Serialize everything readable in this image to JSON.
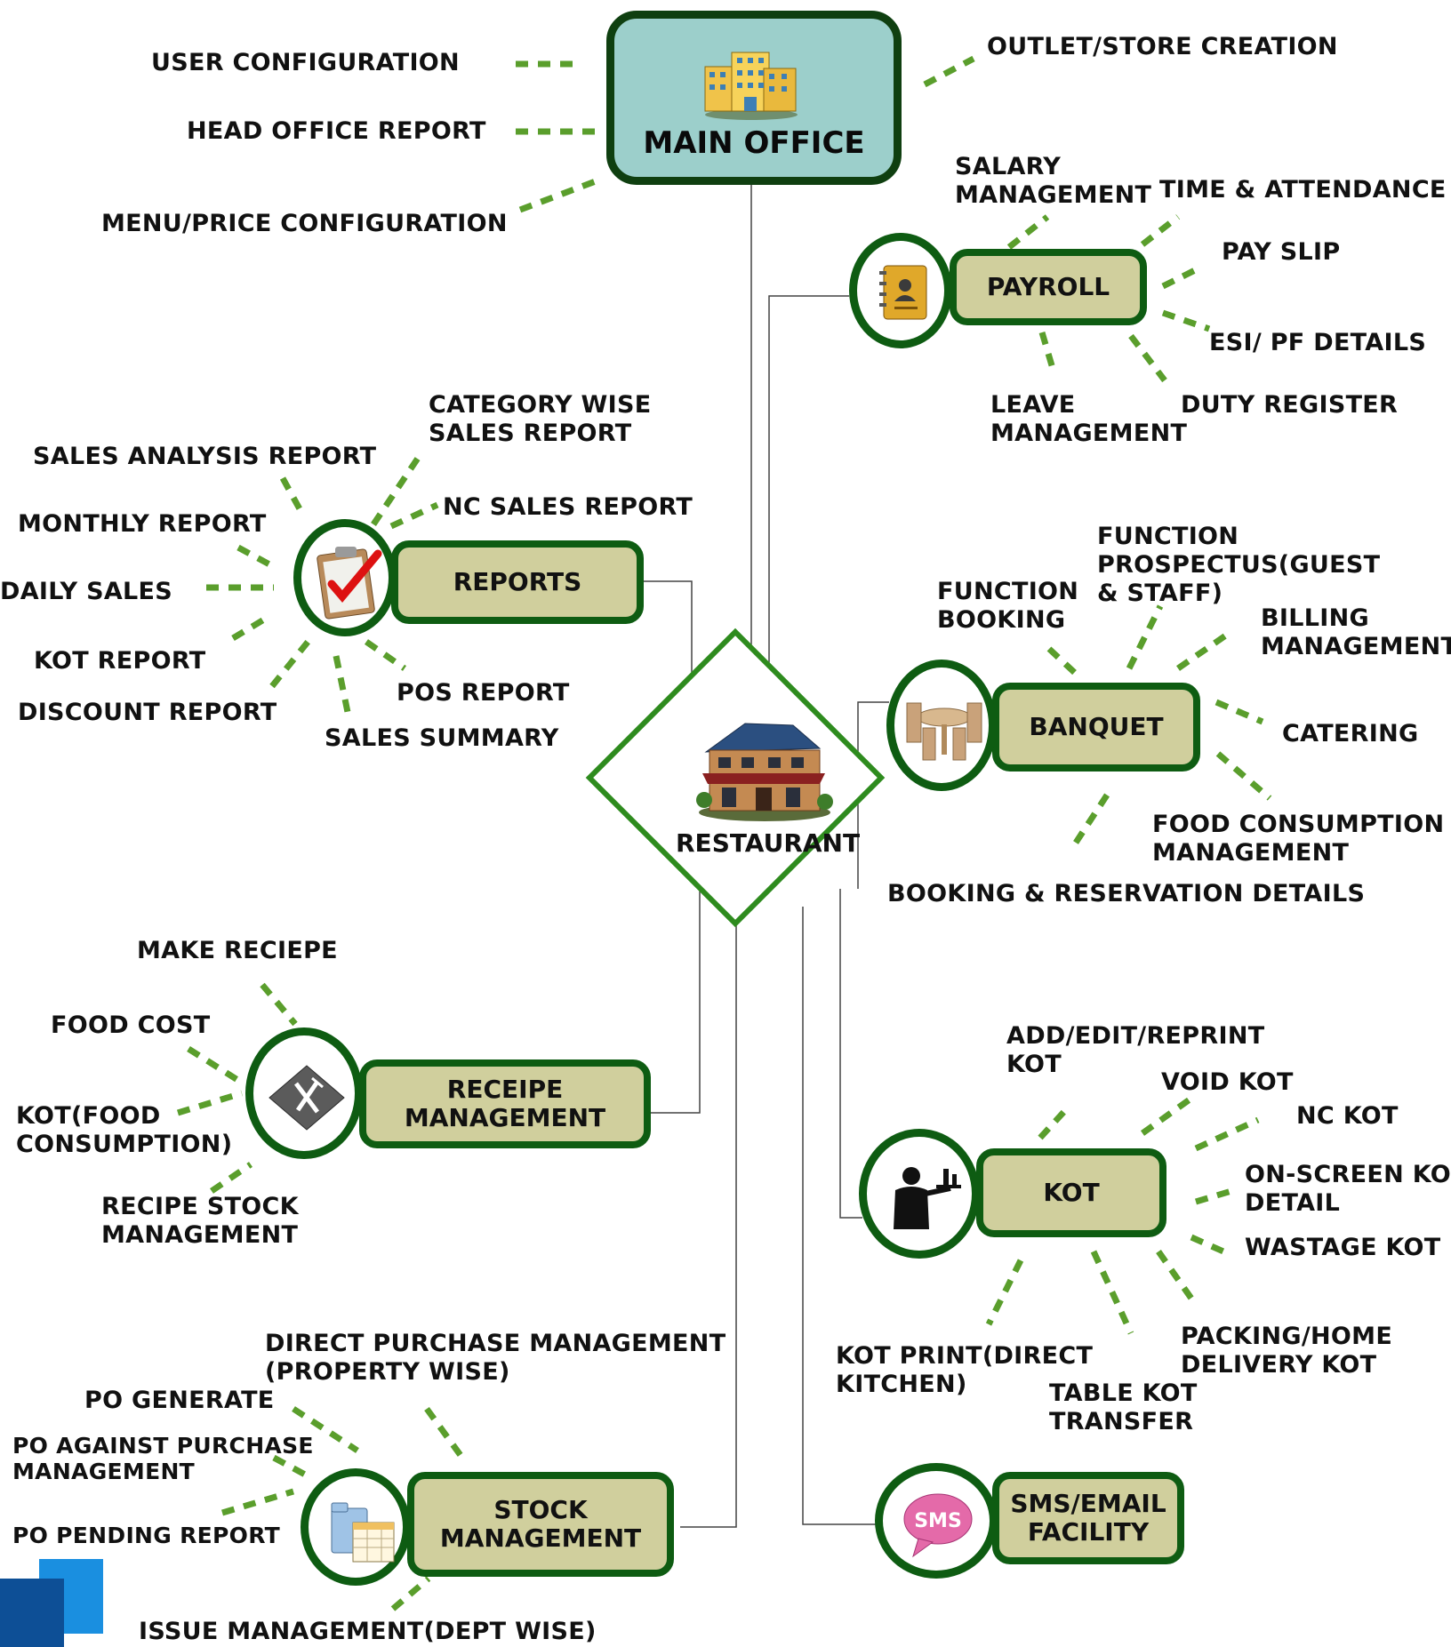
{
  "main_office": {
    "title": "MAIN OFFICE",
    "links": [
      "USER CONFIGURATION",
      "HEAD OFFICE REPORT",
      "MENU/PRICE CONFIGURATION",
      "OUTLET/STORE CREATION"
    ]
  },
  "restaurant": {
    "title": "RESTAURANT"
  },
  "payroll": {
    "title": "PAYROLL",
    "items": {
      "salary": [
        "SALARY",
        "MANAGEMENT"
      ],
      "time": "TIME & ATTENDANCE",
      "payslip": "PAY SLIP",
      "esi": "ESI/ PF DETAILS",
      "leave": [
        "LEAVE",
        "MANAGEMENT"
      ],
      "duty": "DUTY REGISTER"
    }
  },
  "reports": {
    "title": "REPORTS",
    "items": {
      "category": [
        "CATEGORY WISE",
        "SALES REPORT"
      ],
      "analysis": "SALES ANALYSIS REPORT",
      "nc": "NC SALES REPORT",
      "monthly": "MONTHLY REPORT",
      "daily": "DAILY SALES",
      "kot": "KOT REPORT",
      "discount": "DISCOUNT REPORT",
      "pos": "POS REPORT",
      "summary": "SALES SUMMARY"
    }
  },
  "banquet": {
    "title": "BANQUET",
    "items": {
      "prospectus": [
        "FUNCTION",
        "PROSPECTUS(GUEST",
        "& STAFF)"
      ],
      "booking": [
        "FUNCTION",
        "BOOKING"
      ],
      "billing": [
        "BILLING",
        "MANAGEMENT"
      ],
      "catering": "CATERING",
      "food": [
        "FOOD CONSUMPTION",
        "MANAGEMENT"
      ],
      "reservation": "BOOKING & RESERVATION DETAILS"
    }
  },
  "recipe": {
    "title": [
      "RECEIPE",
      "MANAGEMENT"
    ],
    "items": {
      "make": "MAKE RECIEPE",
      "cost": "FOOD COST",
      "kot": [
        "KOT(FOOD",
        "CONSUMPTION)"
      ],
      "stock": [
        "RECIPE STOCK",
        "MANAGEMENT"
      ]
    }
  },
  "kot": {
    "title": "KOT",
    "items": {
      "add": [
        "ADD/EDIT/REPRINT",
        "KOT"
      ],
      "void": "VOID KOT",
      "nc": "NC KOT",
      "onscreen": [
        "ON-SCREEN KOT",
        "DETAIL"
      ],
      "wastage": "WASTAGE KOT",
      "packing": [
        "PACKING/HOME",
        "DELIVERY KOT"
      ],
      "print": [
        "KOT PRINT(DIRECT",
        "KITCHEN)"
      ],
      "transfer": [
        "TABLE KOT",
        "TRANSFER"
      ]
    }
  },
  "stock": {
    "title": [
      "STOCK",
      "MANAGEMENT"
    ],
    "items": {
      "direct": [
        "DIRECT PURCHASE MANAGEMENT",
        "(PROPERTY WISE)"
      ],
      "po_generate": "PO GENERATE",
      "po_against": [
        "PO AGAINST PURCHASE",
        "MANAGEMENT"
      ],
      "po_pending": "PO PENDING REPORT",
      "issue": "ISSUE MANAGEMENT(DEPT WISE)"
    }
  },
  "sms": {
    "title": [
      "SMS/EMAIL",
      "FACILITY"
    ],
    "icon_text": "SMS"
  },
  "colors": {
    "dark_green": "#0e5c12",
    "dash_green": "#5a9e2c",
    "box_fill": "#d0cf9d",
    "main_fill": "#9ccfcb",
    "diamond": "#2e8b1e"
  }
}
